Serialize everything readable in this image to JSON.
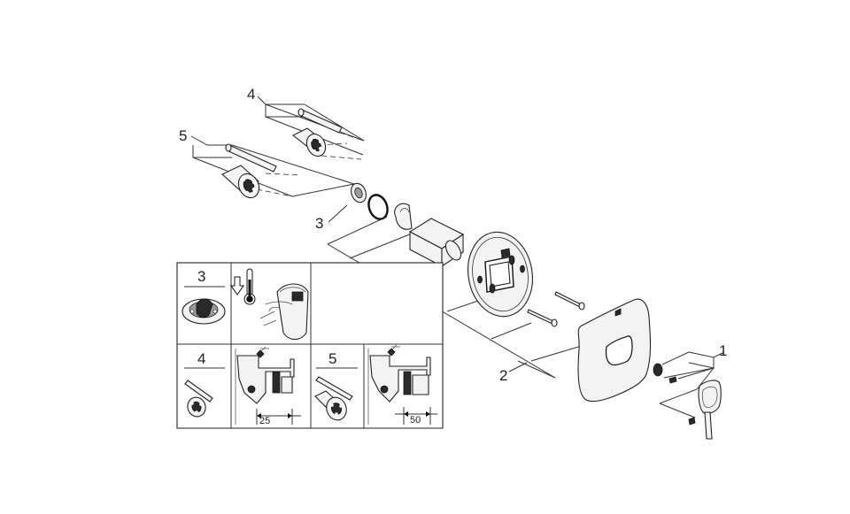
{
  "callouts": {
    "part_1": "1",
    "part_2": "2",
    "part_3": "3",
    "part_4": "4",
    "part_5": "5"
  },
  "inset_table": {
    "cell_3": "3",
    "cell_4": "4",
    "cell_5": "5",
    "dim_25": "25",
    "dim_50": "50"
  }
}
